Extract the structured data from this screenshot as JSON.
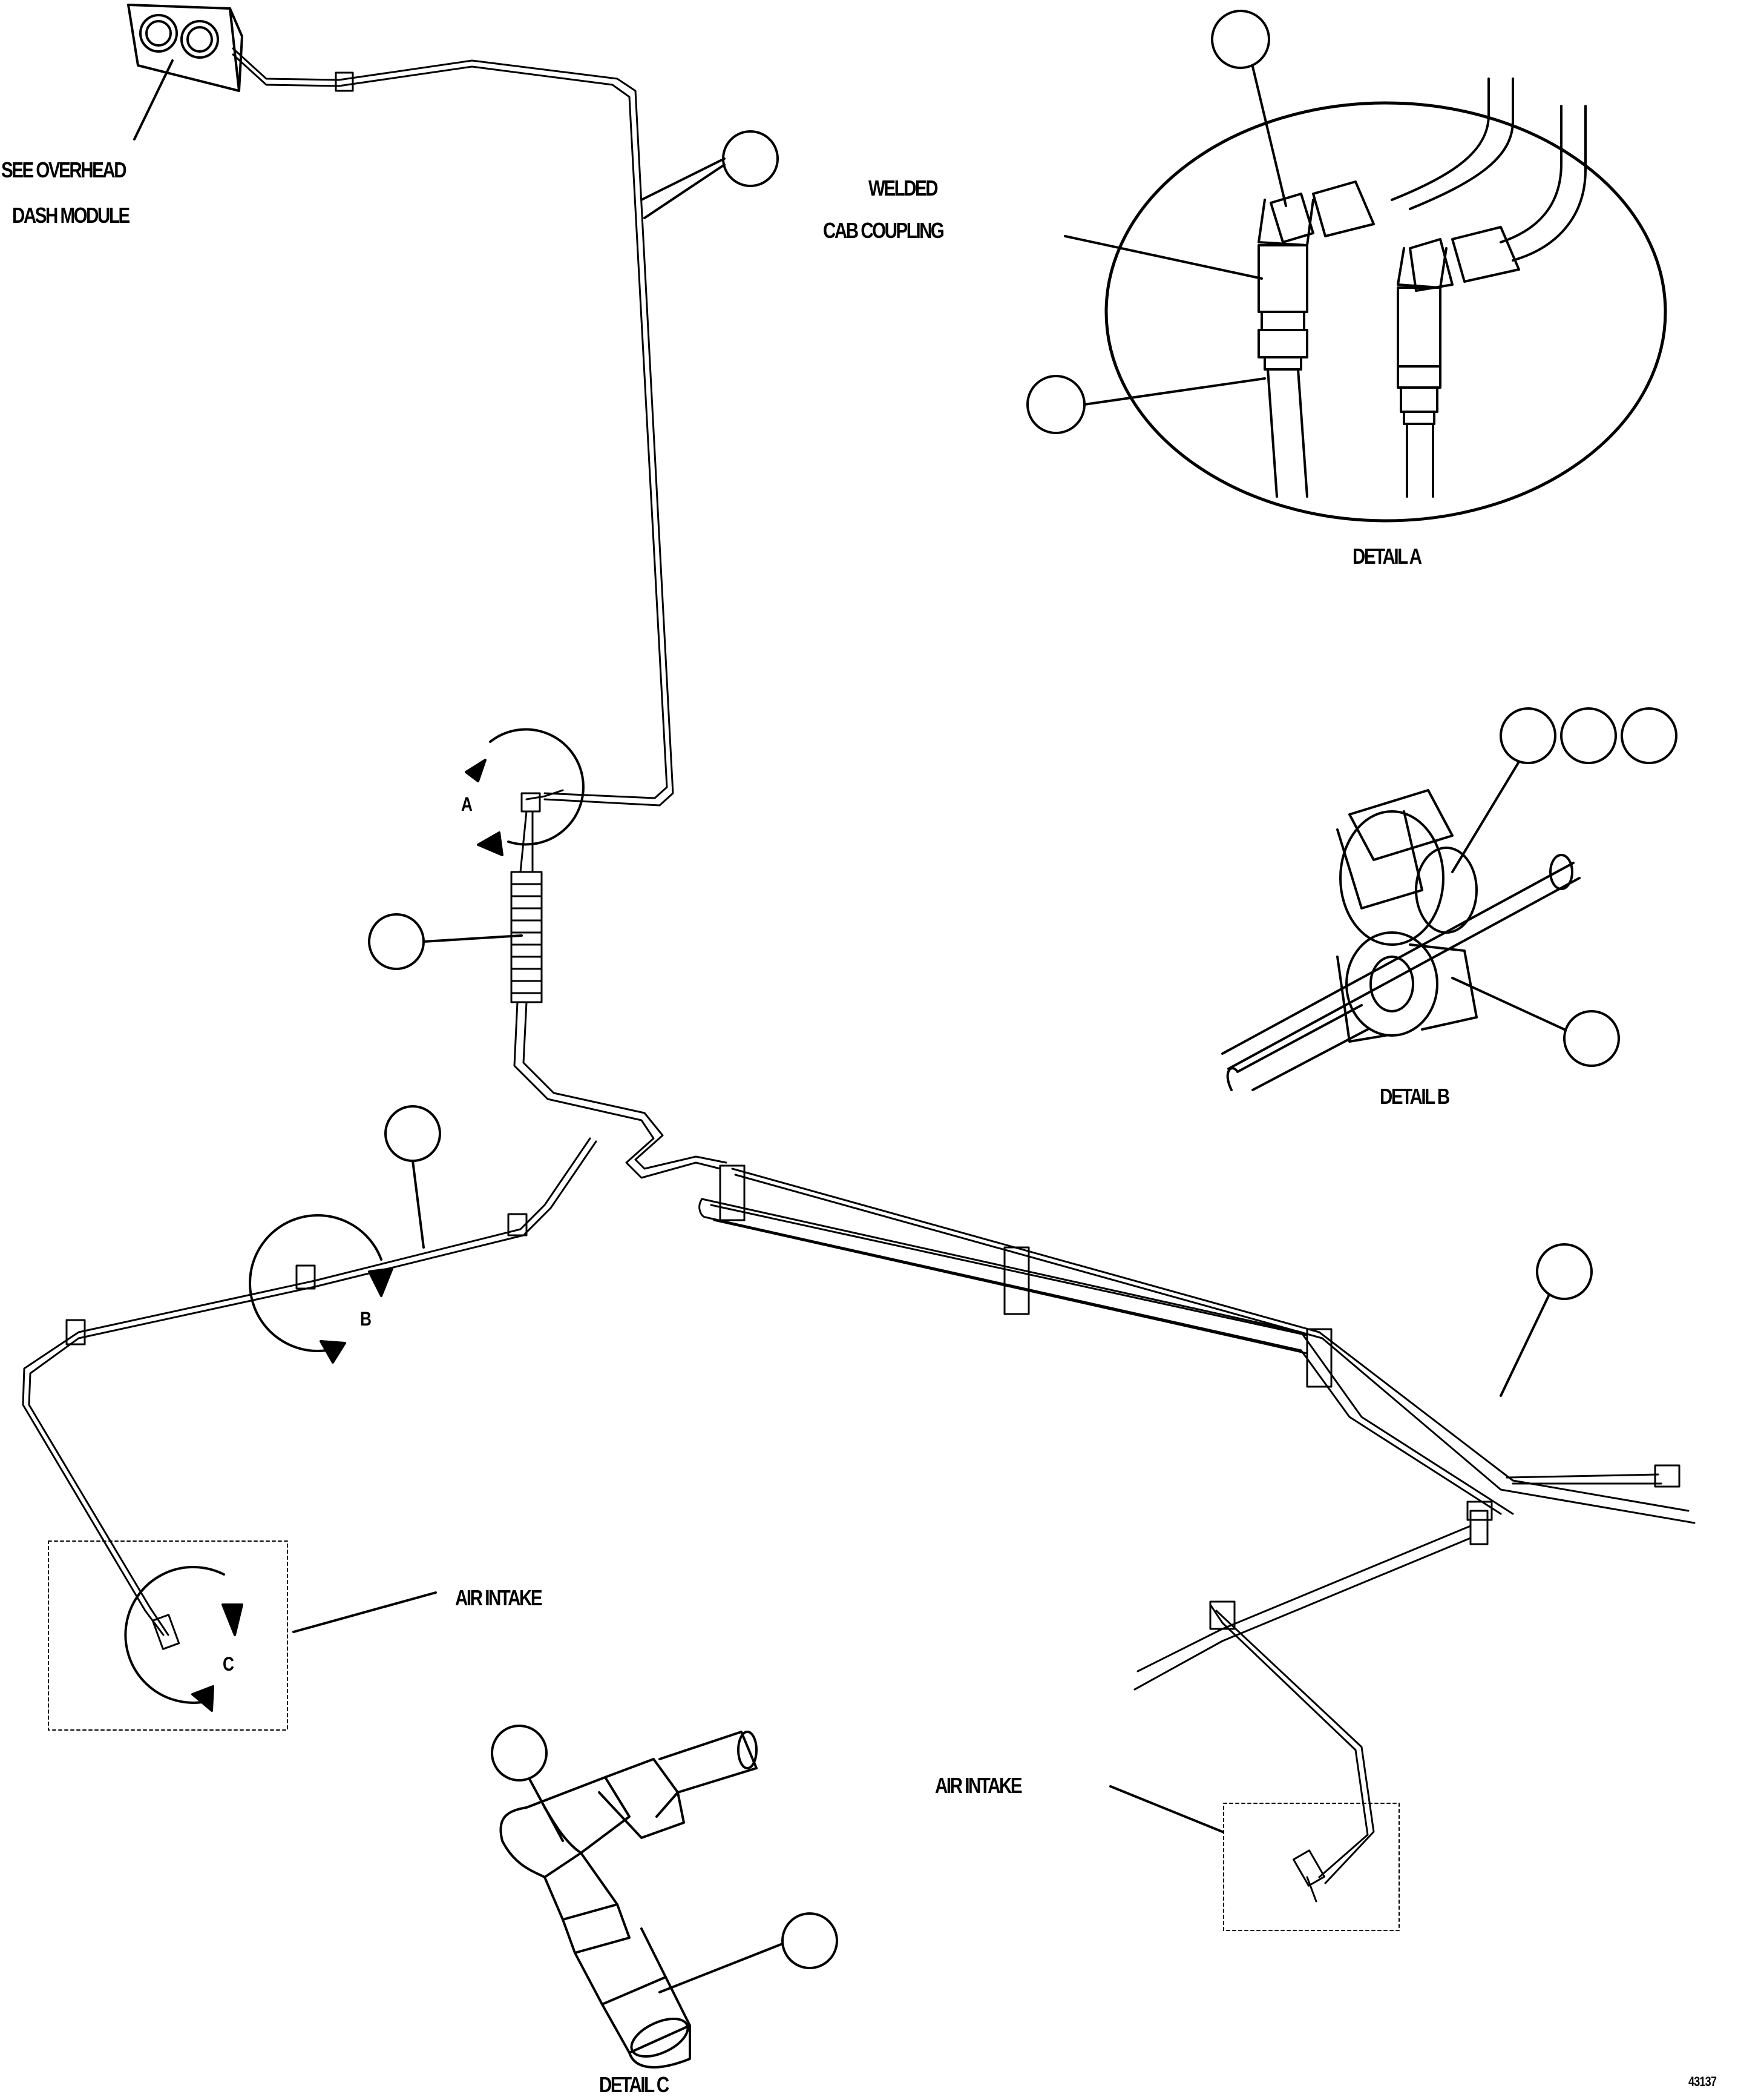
{
  "labels": {
    "see_overhead_line1": "SEE OVERHEAD",
    "see_overhead_line2": "DASH MODULE",
    "welded_line1": "WELDED",
    "welded_line2": "CAB COUPLING",
    "detail_a": "DETAIL A",
    "detail_b": "DETAIL B",
    "detail_c": "DETAIL C",
    "air_intake_left": "AIR INTAKE",
    "air_intake_right": "AIR INTAKE",
    "view_a": "A",
    "view_b": "B",
    "view_c": "C",
    "figure_number": "43137"
  }
}
